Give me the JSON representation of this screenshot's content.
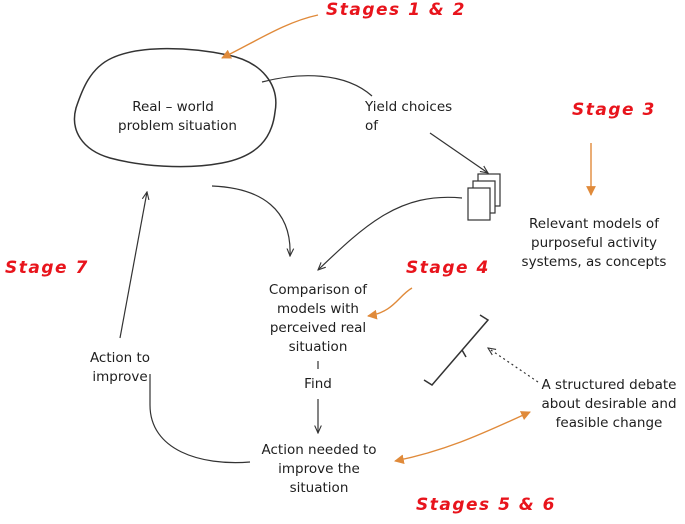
{
  "stages": {
    "s12": "Stages 1 & 2",
    "s3": "Stage 3",
    "s4": "Stage 4",
    "s56": "Stages 5 & 6",
    "s7": "Stage 7"
  },
  "nodes": {
    "real_world": [
      "Real – world",
      "problem situation"
    ],
    "yield": [
      "Yield choices",
      "of"
    ],
    "models": [
      "Relevant models of",
      "purposeful activity",
      "systems, as concepts"
    ],
    "comparison": [
      "Comparison of",
      "models with",
      "perceived real",
      "situation"
    ],
    "find": "Find",
    "action_to_improve": [
      "Action to",
      "improve"
    ],
    "action_needed": [
      "Action needed to",
      "improve the",
      "situation"
    ],
    "debate": [
      "A structured debate",
      "about desirable and",
      "feasible change"
    ]
  },
  "colors": {
    "stage_text": "#e8141c",
    "accent_arrow": "#e08a3a",
    "line": "#333333",
    "text": "#1e1e1e"
  }
}
